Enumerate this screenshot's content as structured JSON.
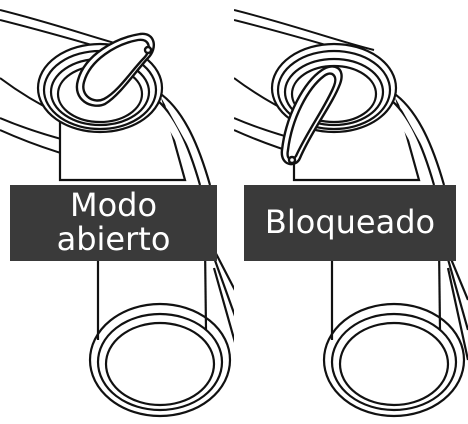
{
  "theme": {
    "label_background": "#3a3a3a",
    "label_text": "#ffffff",
    "line_color": "#111111",
    "paper": "#ffffff"
  },
  "panels": [
    {
      "id": "open",
      "label": "Modo\nabierto",
      "state": "open"
    },
    {
      "id": "locked",
      "label": "Bloqueado",
      "state": "locked"
    }
  ]
}
